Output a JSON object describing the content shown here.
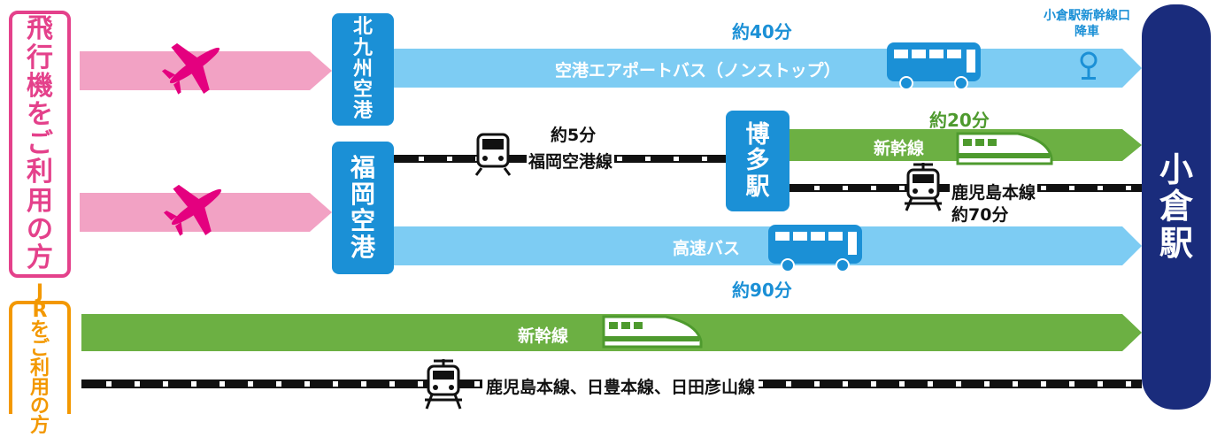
{
  "left_labels": {
    "plane": [
      "飛",
      "行",
      "機",
      "を",
      "ご",
      "利",
      "用",
      "の",
      "方"
    ],
    "jr": [
      "J",
      "R",
      "を",
      "ご",
      "利",
      "用",
      "の",
      "方"
    ]
  },
  "airports": {
    "kitakyushu": [
      "北",
      "九",
      "州",
      "空",
      "港"
    ],
    "fukuoka": [
      "福",
      "岡",
      "空",
      "港"
    ]
  },
  "hakata": [
    "博",
    "多",
    "駅"
  ],
  "destination": [
    "小",
    "倉",
    "駅"
  ],
  "routes": {
    "airport_bus": {
      "label": "空港エアポートバス（ノンストップ）",
      "time": "約40分"
    },
    "bus_stop": {
      "line1": "小倉駅新幹線口",
      "line2": "降車"
    },
    "subway": {
      "time": "約5分",
      "label": "福岡空港線"
    },
    "shinkansen_hakata": {
      "time": "約20分",
      "label": "新幹線"
    },
    "kagoshima_hakata": {
      "label": "鹿児島本線",
      "time": "約70分"
    },
    "highway_bus": {
      "label": "高速バス",
      "time": "約90分"
    },
    "jr_shinkansen": {
      "label": "新幹線"
    },
    "jr_local": {
      "label": "鹿児島本線、日豊本線、日田彦山線"
    }
  },
  "icons": [
    "airplane-icon",
    "bus-icon",
    "subway-train-icon",
    "shinkansen-icon",
    "local-train-icon",
    "bus-stop-pin-icon"
  ],
  "colors": {
    "pink": "#e4418b",
    "pink_light": "#f2a2c4",
    "blue": "#1b90d6",
    "blue_light": "#7dccf3",
    "green": "#6cb043",
    "navy": "#1a2c7c",
    "orange": "#f39800"
  }
}
